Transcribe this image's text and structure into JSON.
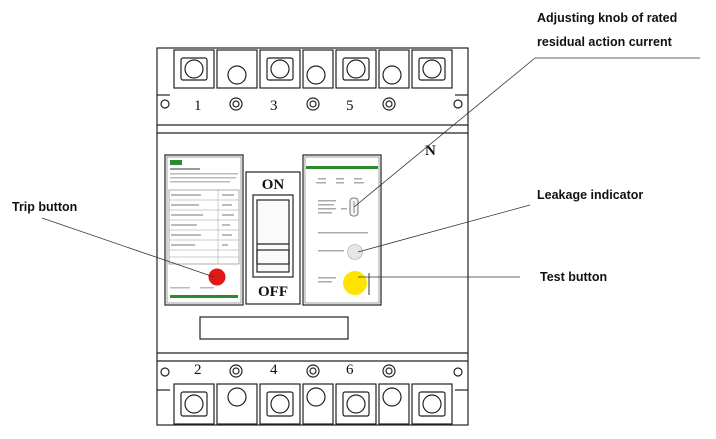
{
  "terminals_top": [
    "1",
    "3",
    "5"
  ],
  "terminals_bottom": [
    "2",
    "4",
    "6"
  ],
  "neutral_label": "N",
  "switch": {
    "on_label": "ON",
    "off_label": "OFF"
  },
  "callouts": {
    "adjusting_knob_line1": "Adjusting knob of rated",
    "adjusting_knob_line2": "residual action current",
    "trip_button": "Trip button",
    "leakage_indicator": "Leakage indicator",
    "test_button": "Test button"
  },
  "colors": {
    "trip_button": "#e01818",
    "test_button": "#ffe400",
    "label_strip": "#2f8a2f",
    "leakage_indicator": "#e6e6e6"
  }
}
